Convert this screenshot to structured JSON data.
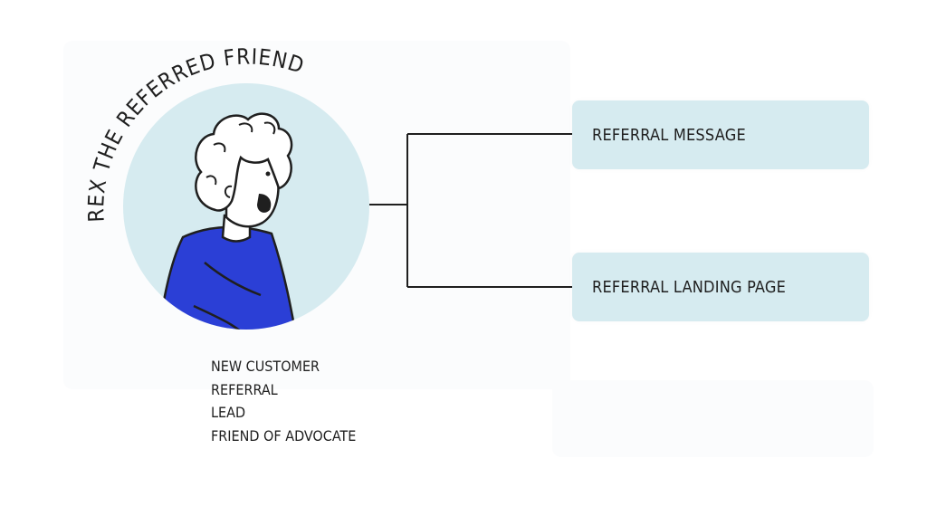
{
  "persona": {
    "title": "REX THE REFERRED FRIEND",
    "labels": [
      "NEW CUSTOMER",
      "REFERRAL",
      "LEAD",
      "FRIEND OF ADVOCATE"
    ]
  },
  "nodes": [
    {
      "label": "REFERRAL MESSAGE"
    },
    {
      "label": "REFERRAL LANDING PAGE"
    }
  ],
  "colors": {
    "circle": "#d6ebf0",
    "node_fill": "#d6ebf0",
    "shirt": "#2b3fd6",
    "ink": "#1f1f1f"
  }
}
